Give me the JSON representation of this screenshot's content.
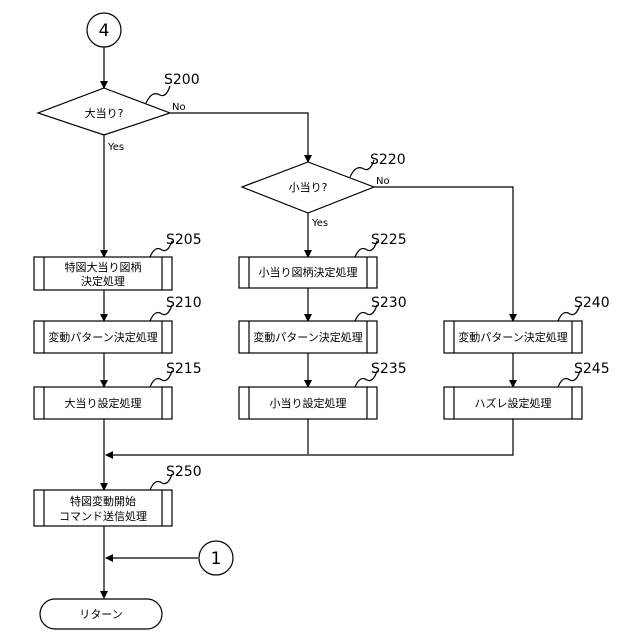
{
  "connectors": {
    "top": "4",
    "merge": "1"
  },
  "decisions": {
    "d200": {
      "label": "大当り?",
      "step": "S200",
      "yes": "Yes",
      "no": "No"
    },
    "d220": {
      "label": "小当り?",
      "step": "S220",
      "yes": "Yes",
      "no": "No"
    }
  },
  "processes": {
    "p205": {
      "step": "S205",
      "lines": [
        "特図大当り図柄",
        "決定処理"
      ]
    },
    "p210": {
      "step": "S210",
      "lines": [
        "変動パターン決定処理"
      ]
    },
    "p215": {
      "step": "S215",
      "lines": [
        "大当り設定処理"
      ]
    },
    "p225": {
      "step": "S225",
      "lines": [
        "小当り図柄決定処理"
      ]
    },
    "p230": {
      "step": "S230",
      "lines": [
        "変動パターン決定処理"
      ]
    },
    "p235": {
      "step": "S235",
      "lines": [
        "小当り設定処理"
      ]
    },
    "p240": {
      "step": "S240",
      "lines": [
        "変動パターン決定処理"
      ]
    },
    "p245": {
      "step": "S245",
      "lines": [
        "ハズレ設定処理"
      ]
    },
    "p250": {
      "step": "S250",
      "lines": [
        "特図変動開始",
        "コマンド送信処理"
      ]
    }
  },
  "terminal": {
    "label": "リターン"
  }
}
